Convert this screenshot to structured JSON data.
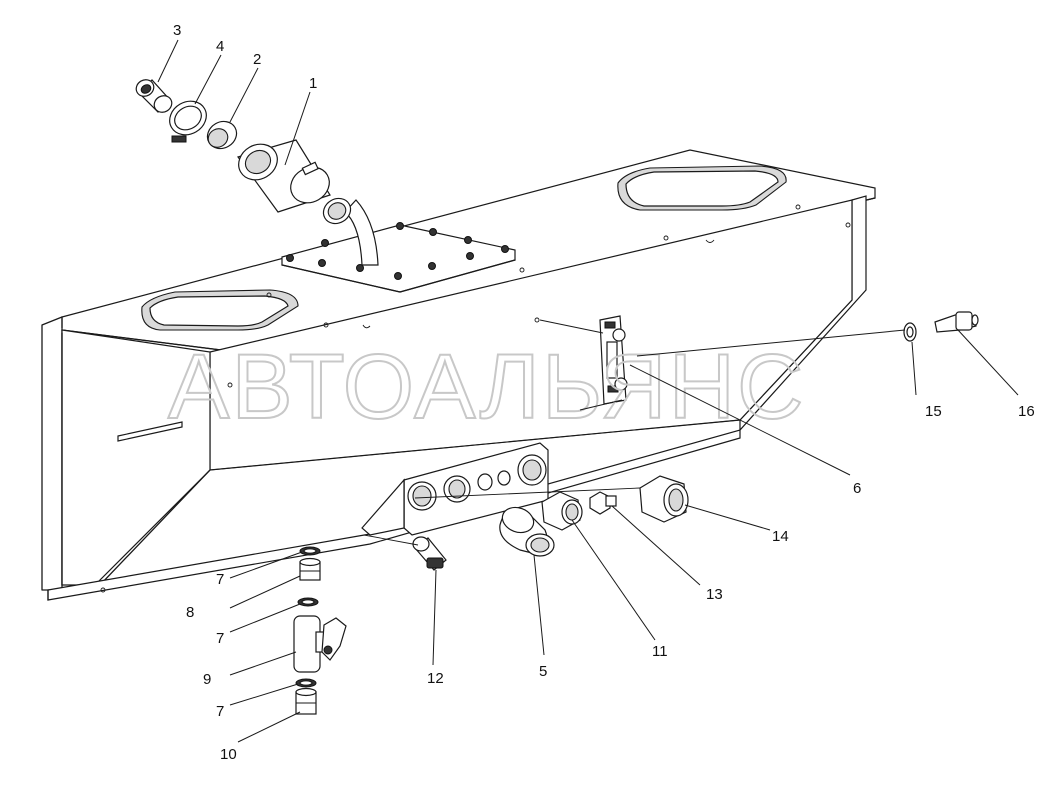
{
  "watermark": "АВТОАЛЬЯНС",
  "callouts": [
    "1",
    "2",
    "3",
    "4",
    "5",
    "6",
    "7",
    "7",
    "7",
    "8",
    "9",
    "10",
    "11",
    "12",
    "13",
    "14",
    "15",
    "16"
  ]
}
